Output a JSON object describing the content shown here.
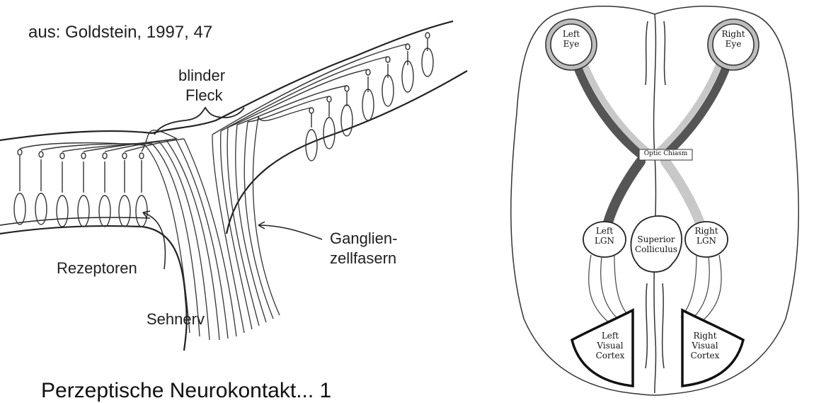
{
  "retina": {
    "citation": "aus: Goldstein, 1997, 47",
    "blind_spot_line1": "blinder",
    "blind_spot_line2": "Fleck",
    "ganglion_line1": "Ganglien-",
    "ganglion_line2": "zellfasern",
    "receptors": "Rezeptoren",
    "optic_nerve": "Sehnerv",
    "caption_partial": "Perzeptische Neurokontakt... 1"
  },
  "visual_pathway": {
    "left_eye": [
      "Left",
      "Eye"
    ],
    "right_eye": [
      "Right",
      "Eye"
    ],
    "optic_chiasm": "Optic Chiasm",
    "left_lgn": [
      "Left",
      "LGN"
    ],
    "right_lgn": [
      "Right",
      "LGN"
    ],
    "superior_colliculus": [
      "Superior",
      "Colliculus"
    ],
    "left_visual_cortex": [
      "Left",
      "Visual",
      "Cortex"
    ],
    "right_visual_cortex": [
      "Right",
      "Visual",
      "Cortex"
    ],
    "colors": {
      "dark_tract": "#555555",
      "light_tract": "#c8c8c8"
    }
  }
}
